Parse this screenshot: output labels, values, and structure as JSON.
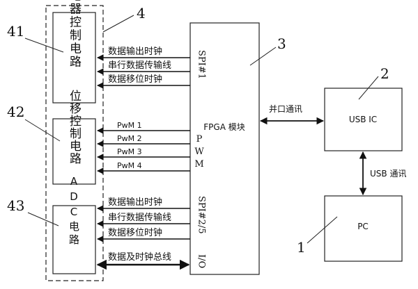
{
  "ref_labels": {
    "group": "4",
    "relay": "41",
    "displacement": "42",
    "adc": "43",
    "fpga": "3",
    "usb_ic": "2",
    "pc": "1"
  },
  "blocks": {
    "relay_control": "继电器控制电路",
    "displacement_control": "位移控制电路",
    "adc_circuit": "ADC电路",
    "fpga": "FPGA 模块",
    "usb_ic": "USB IC",
    "pc": "PC"
  },
  "interfaces": {
    "spi1": "SPI#1",
    "pwm": "PWM",
    "spi25": "SPI#2/5",
    "io": "I/O"
  },
  "signals": {
    "spi1": [
      "数据输出时钟",
      "串行数据传输线",
      "数据移位时钟"
    ],
    "pwm": [
      "PwM 1",
      "PwM 2",
      "PwM 3",
      "PwM 4"
    ],
    "spi25": [
      "数据输出时钟",
      "串行数据传输线",
      "数据移位时钟"
    ],
    "bus": "数据及时钟总线"
  },
  "links": {
    "parallel": "并口通讯",
    "usb": "USB 通讯"
  }
}
